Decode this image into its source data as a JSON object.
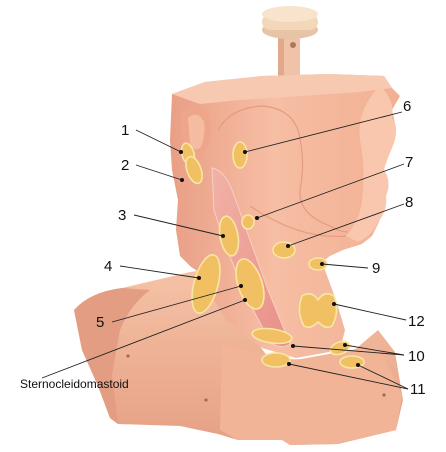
{
  "figure": {
    "labels": [
      {
        "id": "1",
        "text": "1"
      },
      {
        "id": "2",
        "text": "2"
      },
      {
        "id": "3",
        "text": "3"
      },
      {
        "id": "4",
        "text": "4"
      },
      {
        "id": "5",
        "text": "5"
      },
      {
        "id": "6",
        "text": "6"
      },
      {
        "id": "7",
        "text": "7"
      },
      {
        "id": "8",
        "text": "8"
      },
      {
        "id": "9",
        "text": "9"
      },
      {
        "id": "10",
        "text": "10"
      },
      {
        "id": "11",
        "text": "11"
      },
      {
        "id": "12",
        "text": "12"
      }
    ],
    "muscle_label": "Sternocleidomastoid"
  },
  "colors": {
    "skin": "#f4b79c",
    "skin_shadow": "#e79f85",
    "node": "#f1c062",
    "node_outline": "#f8e6a7",
    "muscle": "#efa39a",
    "stand_knob": "#f3d7b8",
    "background": "#ffffff"
  }
}
